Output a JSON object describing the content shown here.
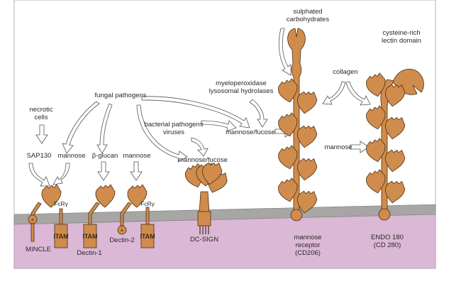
{
  "figure": {
    "colors": {
      "protein": "#d08c4c",
      "protein_outline": "#4a2e14",
      "membrane": "#a8a6a4",
      "cytoplasm": "#dbb8d6",
      "frame": "#bfbfbf",
      "arrow_fill": "#ffffff",
      "arrow_stroke": "#555555"
    },
    "ligands": {
      "necrotic_cells_1": "necrotic",
      "necrotic_cells_2": "cells",
      "fungal_pathogens": "fungal pathogens",
      "sap130": "SAP130",
      "mannose_1": "mannose",
      "beta_glucan": "β-glucan",
      "mannose_2": "mannose",
      "bacterial_1": "bacterial pathogens",
      "bacterial_2": "viruses",
      "mannose_fucose_dcsign": "mannose/fucose",
      "myelo_1": "myeloperoxidase",
      "myelo_2": "lysosomal hydrolases",
      "mannose_fucose_mr": "mannose/fucose",
      "sulphated_1": "sulphated",
      "sulphated_2": "carbohydrates",
      "collagen": "collagen",
      "mannose_3": "mannose",
      "cysteine_1": "cysteine-rich",
      "cysteine_2": "lectin domain"
    },
    "receptors": {
      "mincle": "MINCLE",
      "fcrg_1": "FcRγ",
      "itam_1": "ITAM",
      "dectin1": "Dectin-1",
      "itam_2": "ITAM",
      "dectin2": "Dectin-2",
      "fcrg_2": "FcRγ",
      "itam_3": "ITAM",
      "dcsign": "DC-SIGN",
      "mr_1": "mannose",
      "mr_2": "receptor",
      "mr_3": "(CD206)",
      "endo_1": "ENDO 180",
      "endo_2": "(CD 280)"
    },
    "symbols": {
      "plus": "+"
    }
  }
}
